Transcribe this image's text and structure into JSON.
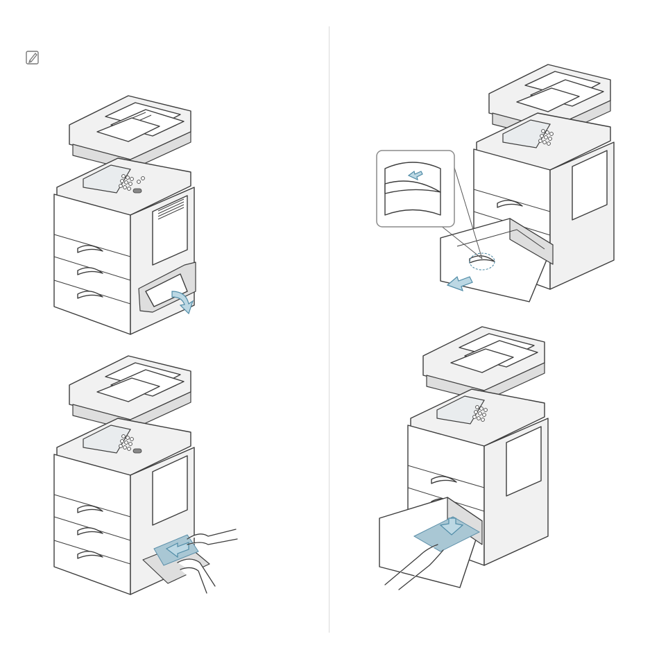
{
  "note": {
    "icon": "note-pencil-icon"
  },
  "figures": [
    {
      "id": "step-open-side-door",
      "arrow": "curved-arrow-icon"
    },
    {
      "id": "step-pull-paper-side",
      "arrow": "left-arrow-icon"
    },
    {
      "id": "step-pull-out-tray",
      "arrow": "down-left-arrow-icon"
    },
    {
      "id": "step-remove-paper-tray",
      "arrow": "down-arrow-icon"
    }
  ],
  "colors": {
    "accent_paper": "#a9c7d4",
    "accent_arrow": "#4f8ba6",
    "line": "#3c3c3c",
    "divider": "#d9d9d9"
  }
}
